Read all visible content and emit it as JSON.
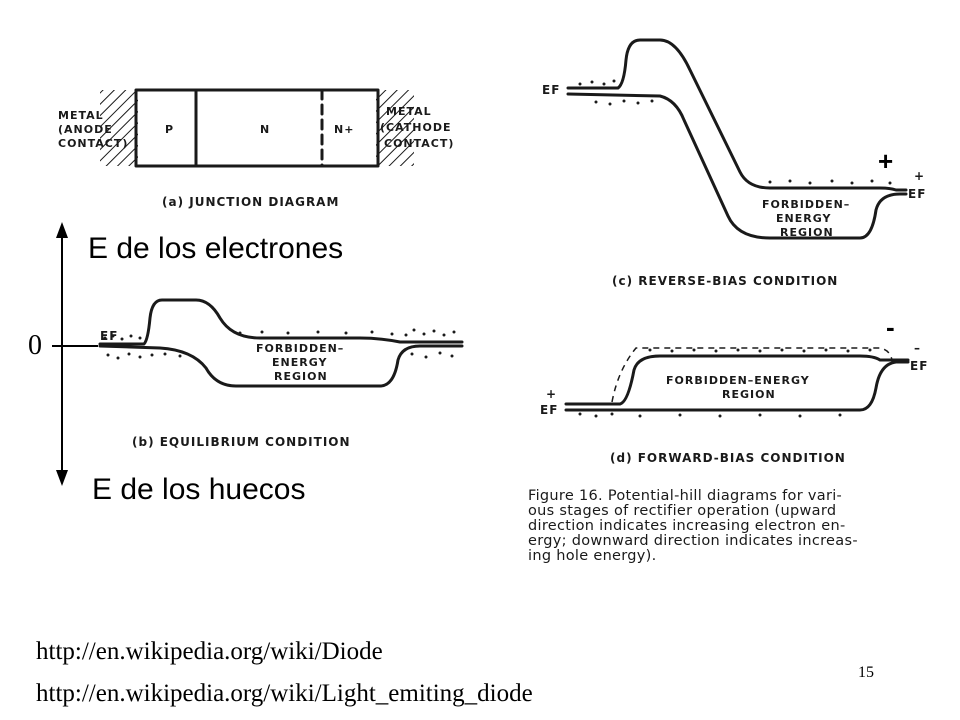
{
  "slide": {
    "page_number": "15",
    "links": [
      "http://en.wikipedia.org/wiki/Diode",
      "http://en.wikipedia.org/wiki/Light_emiting_diode"
    ],
    "axis": {
      "top_label": "E de los electrones",
      "bottom_label": "E de los huecos",
      "zero_label": "0"
    }
  },
  "figure": {
    "junction": {
      "caption": "(a) JUNCTION DIAGRAM",
      "left_contact": [
        "METAL",
        "(ANODE",
        "CONTACT)"
      ],
      "right_contact": [
        "METAL",
        "(CATHODE",
        "CONTACT)"
      ],
      "regions": [
        "P",
        "N",
        "N+"
      ]
    },
    "equilibrium": {
      "caption": "(b) EQUILIBRIUM CONDITION",
      "fermi": "EF",
      "region_label": [
        "FORBIDDEN–",
        "ENERGY",
        "REGION"
      ]
    },
    "reverse": {
      "caption": "(c) REVERSE-BIAS CONDITION",
      "fermi_left": "EF",
      "fermi_right": "EF",
      "sign": "+",
      "small_sign": "+",
      "region_label": [
        "FORBIDDEN–",
        "ENERGY",
        "REGION"
      ]
    },
    "forward": {
      "caption": "(d) FORWARD-BIAS CONDITION",
      "fermi_left": "EF",
      "fermi_right": "EF",
      "sign": "-",
      "small_sign_left": "+",
      "small_sign_right": "–",
      "region_label": [
        "FORBIDDEN–ENERGY",
        "REGION"
      ]
    },
    "caption_lines": [
      "Figure 16.   Potential-hill diagrams for vari-",
      "ous stages of rectifier operation (upward",
      "direction indicates increasing electron en-",
      "ergy; downward direction indicates increas-",
      "ing hole energy)."
    ]
  }
}
